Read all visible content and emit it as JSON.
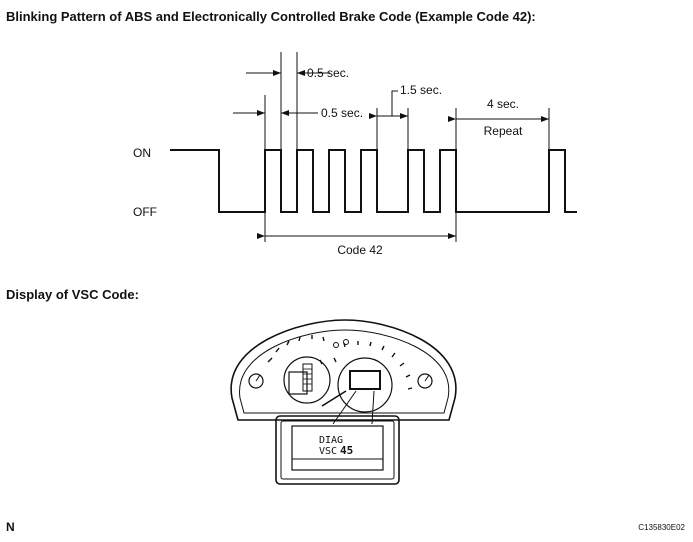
{
  "headings": {
    "blink_title": "Blinking Pattern of ABS and Electronically Controlled Brake Code (Example Code 42):",
    "vsc_title": "Display of VSC Code:"
  },
  "timing_diagram": {
    "on_label": "ON",
    "off_label": "OFF",
    "pulse_width_label": "0.5 sec.",
    "pulse_gap_label": "0.5 sec.",
    "digit_gap_label": "1.5 sec.",
    "repeat_gap_label": "4 sec.",
    "repeat_label": "Repeat",
    "code_label": "Code 42"
  },
  "display": {
    "line1": "DIAG",
    "line2": "VSC",
    "code": "45"
  },
  "footer": {
    "corner_letter": "N",
    "figure_id": "C135830E02"
  }
}
